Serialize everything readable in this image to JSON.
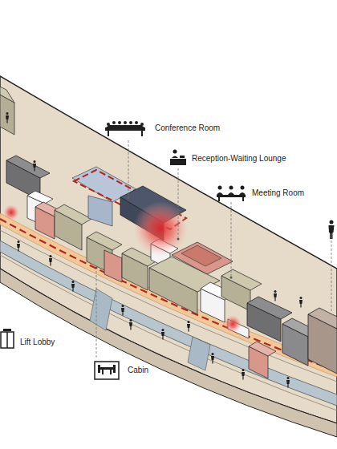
{
  "diagram": {
    "labels": [
      "Conference Room",
      "Reception-Waiting Lounge",
      "Meeting Room",
      "Lift Lobby",
      "Cabin"
    ]
  }
}
